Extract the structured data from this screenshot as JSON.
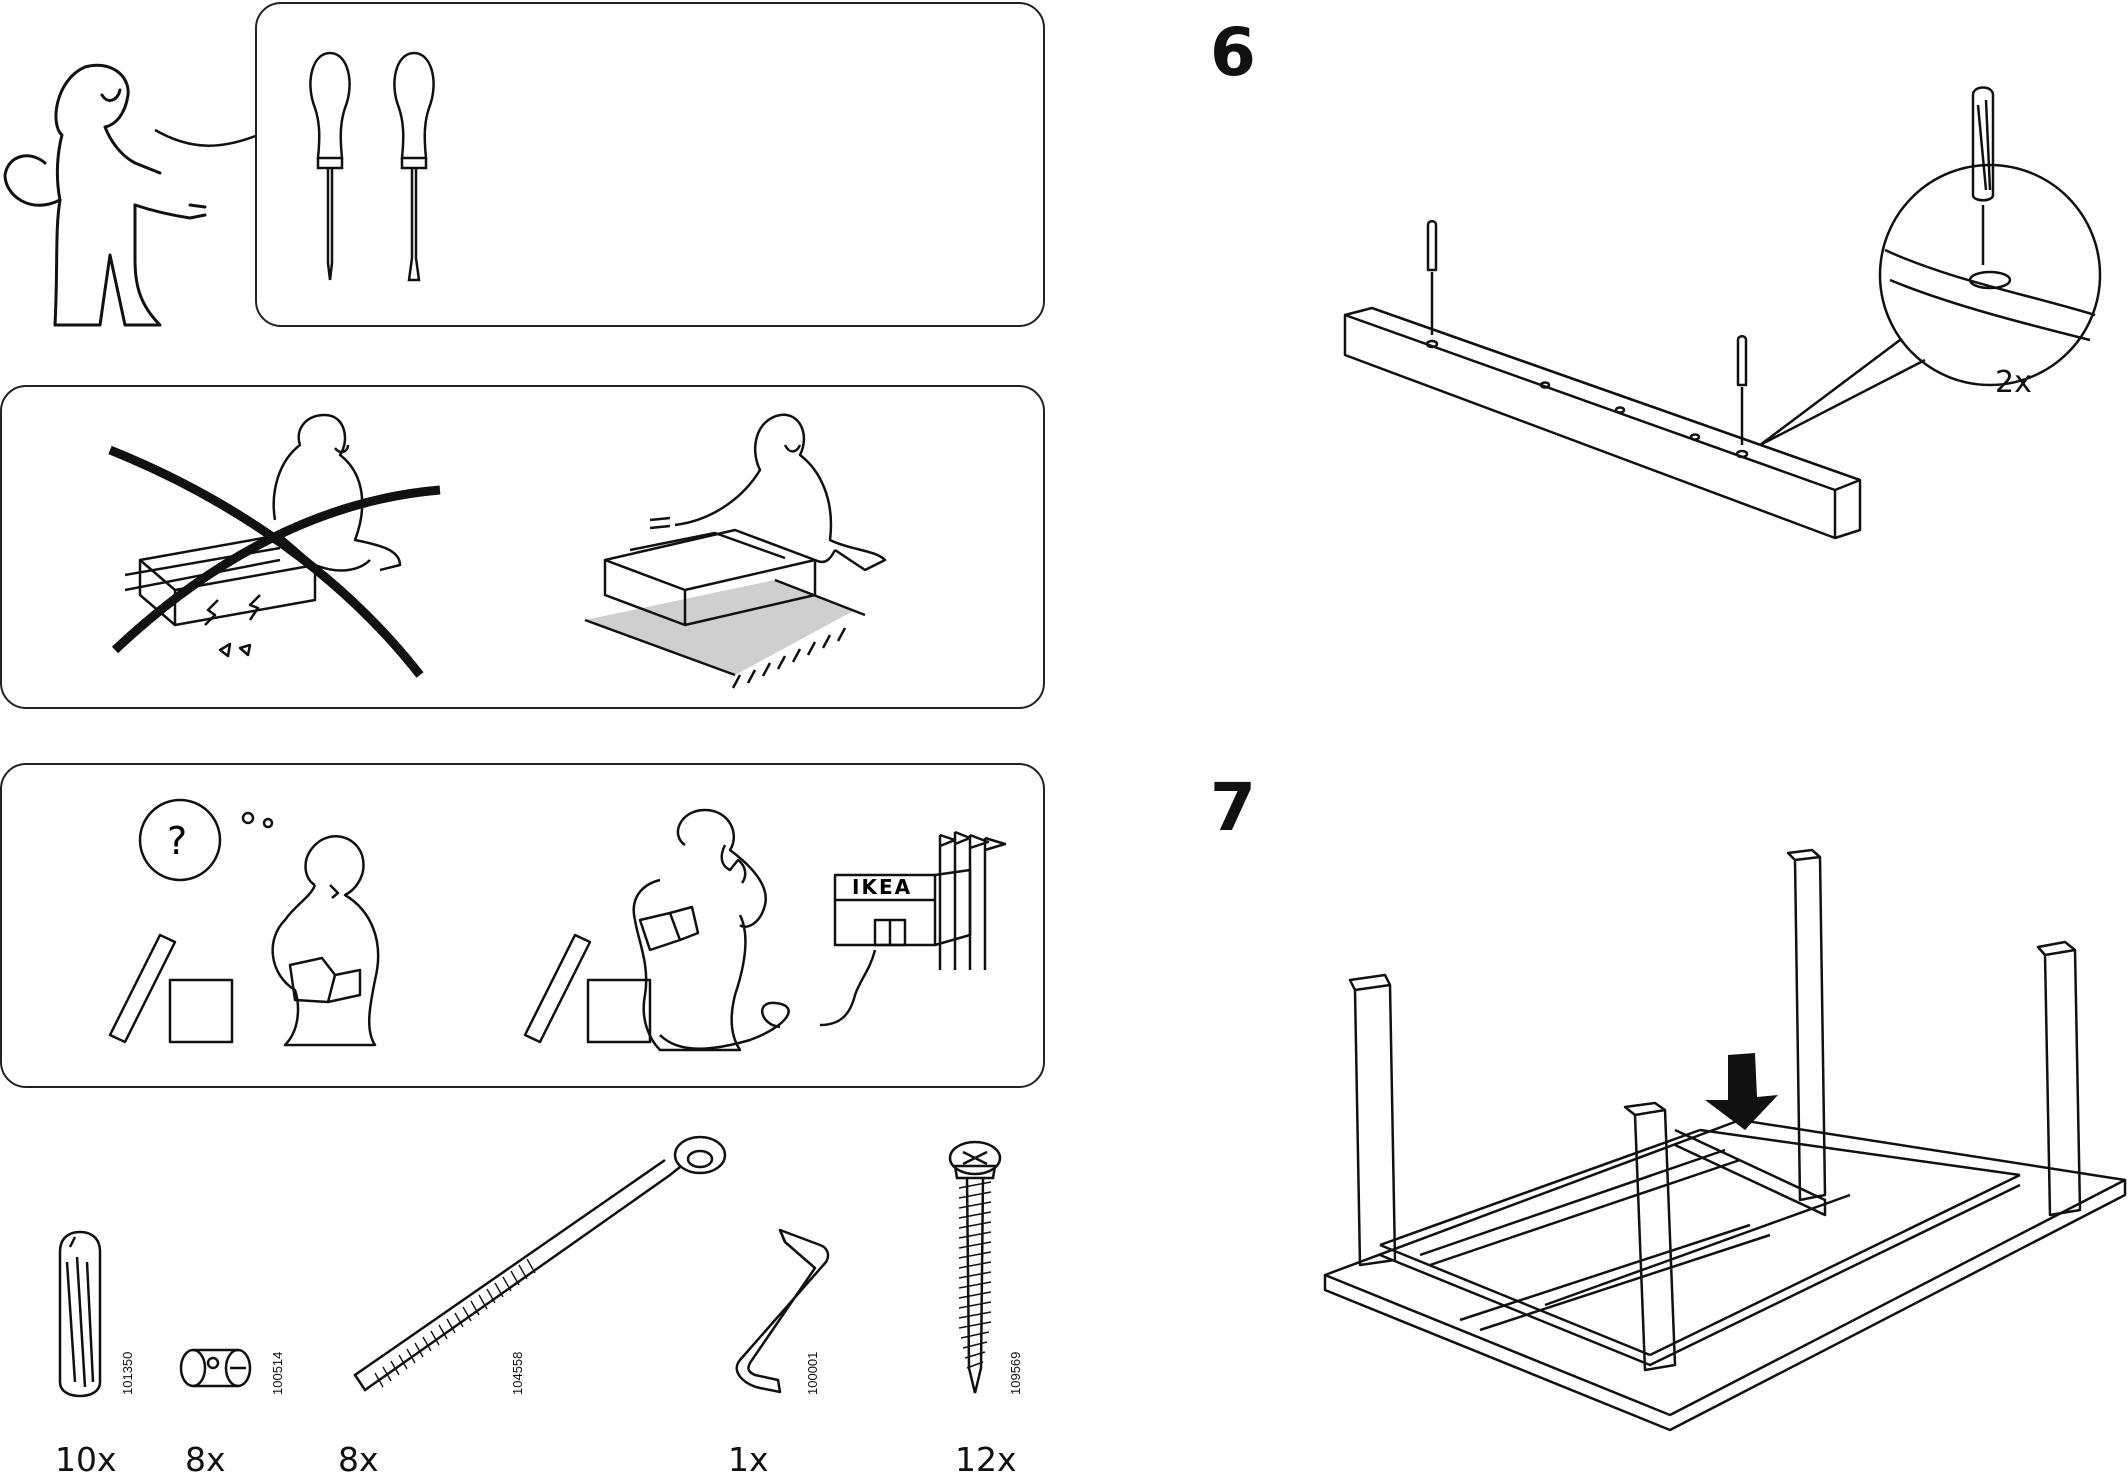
{
  "steps": {
    "step6": {
      "number": "6",
      "multiplier": "2x"
    },
    "step7": {
      "number": "7"
    }
  },
  "tools_panel": {
    "icons": [
      "person-pointing-icon",
      "phillips-screwdriver-icon",
      "flathead-screwdriver-icon"
    ]
  },
  "floor_panel": {
    "icons": [
      "wrong-way-icon",
      "right-way-rug-icon"
    ]
  },
  "help_panel": {
    "question_mark": "?",
    "store_sign": "IKEA",
    "icons": [
      "confused-person-icon",
      "phone-call-icon",
      "store-icon"
    ]
  },
  "parts": [
    {
      "qty": "10x",
      "code": "101350",
      "icon": "wooden-dowel-icon"
    },
    {
      "qty": "8x",
      "code": "100514",
      "icon": "barrel-nut-icon"
    },
    {
      "qty": "8x",
      "code": "104558",
      "icon": "long-bolt-icon"
    },
    {
      "qty": "1x",
      "code": "100001",
      "icon": "allen-key-icon"
    },
    {
      "qty": "12x",
      "code": "109569",
      "icon": "screw-icon"
    }
  ]
}
